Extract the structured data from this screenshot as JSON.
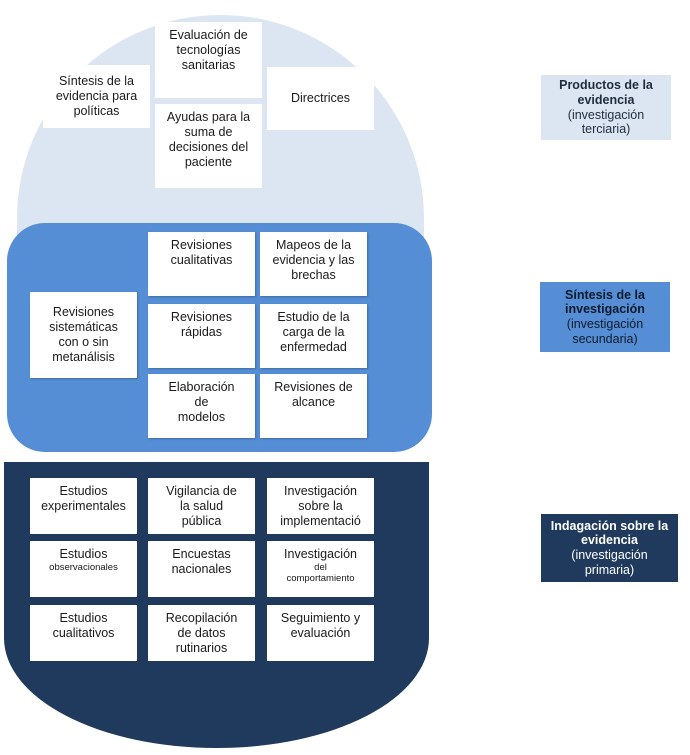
{
  "colors": {
    "top_band": "#dce6f2",
    "middle_band": "#558ed5",
    "bottom_band": "#1f3a5c",
    "label_top_bg": "#dce6f2",
    "label_middle_bg": "#558ed5",
    "label_bottom_bg": "#1f3a5c"
  },
  "top": {
    "boxes": [
      "Síntesis de la\nevidencia para\npolíticas",
      "Evaluación de\ntecnologías\nsanitarias",
      "Directrices",
      "Ayudas para la\nsuma de\ndecisiones del\npaciente"
    ]
  },
  "middle": {
    "boxes": [
      "Revisiones\nsistemáticas\ncon o sin\nmetanálisis",
      "Revisiones\ncualitativas",
      "Mapeos de la\nevidencia y las\nbrechas",
      "Revisiones\nrápidas",
      "Estudio de la\ncarga de la\nenfermedad",
      "Elaboración\nde\nmodelos",
      "Revisiones de\nalcance"
    ]
  },
  "bottom": {
    "boxes": [
      {
        "main": "Estudios\nexperimentales",
        "small": ""
      },
      {
        "main": "Vigilancia de\nla salud\npública",
        "small": ""
      },
      {
        "main": "Investigación\nsobre la\nimplementació",
        "small": ""
      },
      {
        "main": "Estudios",
        "small": "observacionales"
      },
      {
        "main": "Encuestas\nnacionales",
        "small": ""
      },
      {
        "main": "Investigación",
        "small": "del\ncomportamiento"
      },
      {
        "main": "Estudios\ncualitativos",
        "small": ""
      },
      {
        "main": "Recopilación\nde datos\nrutinarios",
        "small": ""
      },
      {
        "main": "Seguimiento y\nevaluación",
        "small": ""
      }
    ]
  },
  "labels": {
    "top": {
      "bold": "Productos de la\nevidencia",
      "normal": "(investigación\nterciaria)"
    },
    "middle": {
      "bold": "Síntesis de la\ninvestigación",
      "normal": "(investigación\nsecundaria)"
    },
    "bottom": {
      "bold": "Indagación sobre la\nevidencia",
      "normal": "(investigación\nprimaria)"
    }
  }
}
